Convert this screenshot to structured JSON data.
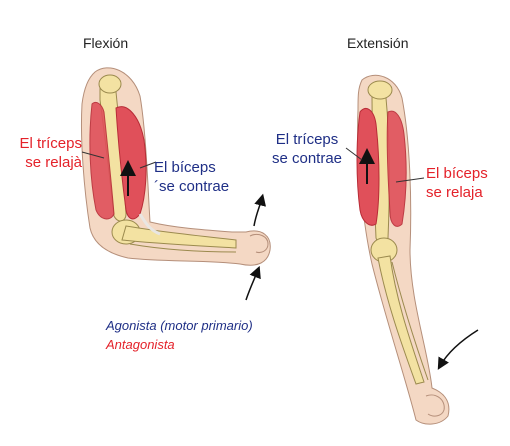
{
  "flexion": {
    "title": "Flexión",
    "triceps_label": [
      "El tríceps",
      "se relajà"
    ],
    "biceps_label": [
      "El bíceps",
      "´se contrae"
    ]
  },
  "extension": {
    "title": "Extensión",
    "triceps_label": [
      "El tríceps",
      "se contrae"
    ],
    "biceps_label": [
      "El bíceps",
      "se relaja"
    ]
  },
  "legend": {
    "agonist": "Agonista (motor primario)",
    "antagonist": "Antagonista"
  },
  "colors": {
    "agonist_text": "#1f2f86",
    "antagonist_text": "#e4222a",
    "skin": "#f4d8c4",
    "skin_outline": "#b58f7a",
    "bone": "#f3e2a2",
    "bone_outline": "#9b8a4e",
    "muscle": "#e0505a",
    "muscle_dark": "#b82c37",
    "tendon": "#e9e6e2"
  },
  "icons": [
    "curved-arrow-icon",
    "up-arrow-icon"
  ]
}
